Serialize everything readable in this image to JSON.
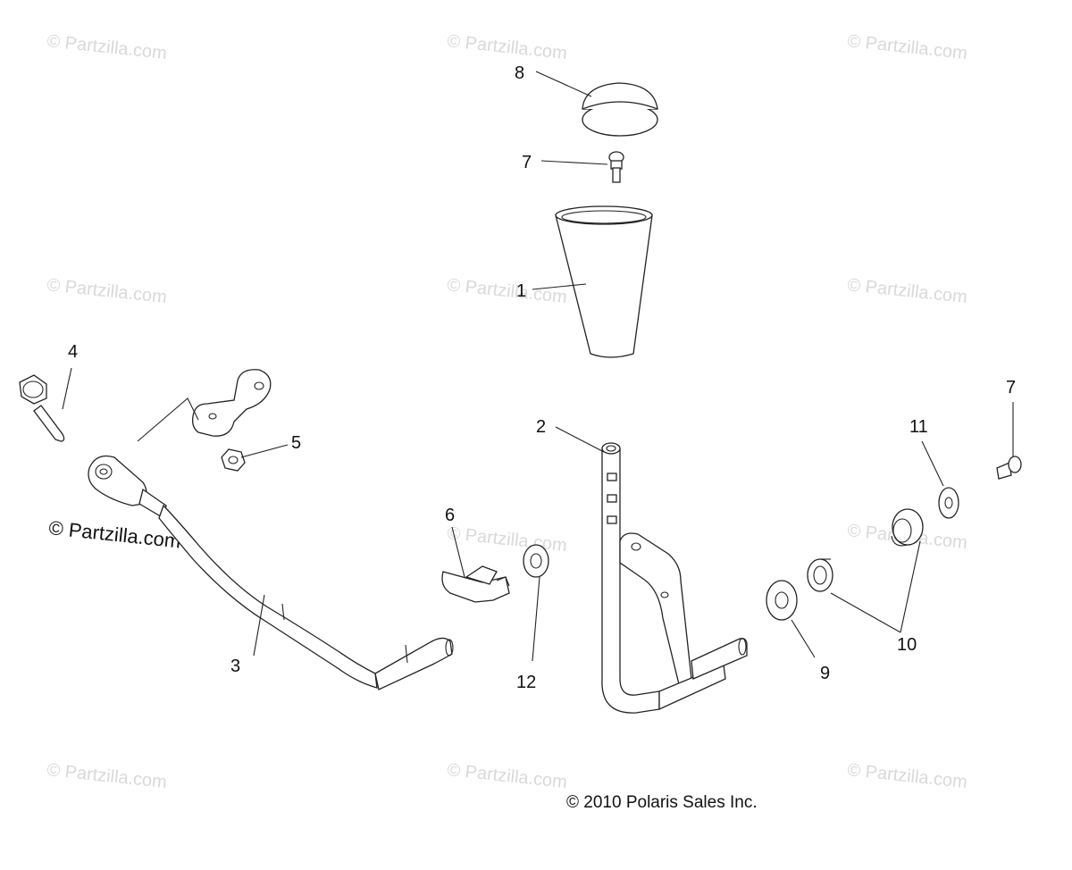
{
  "watermark": {
    "text": "© Partzilla.com",
    "color": "#d9d9d9"
  },
  "watermark_dark": {
    "text": "© Partzilla.com"
  },
  "copyright": "© 2010 Polaris Sales Inc.",
  "callouts": {
    "c1": "1",
    "c2": "2",
    "c3": "3",
    "c4": "4",
    "c5": "5",
    "c6": "6",
    "c7a": "7",
    "c7b": "7",
    "c8": "8",
    "c9": "9",
    "c10": "10",
    "c11": "11",
    "c12": "12"
  }
}
